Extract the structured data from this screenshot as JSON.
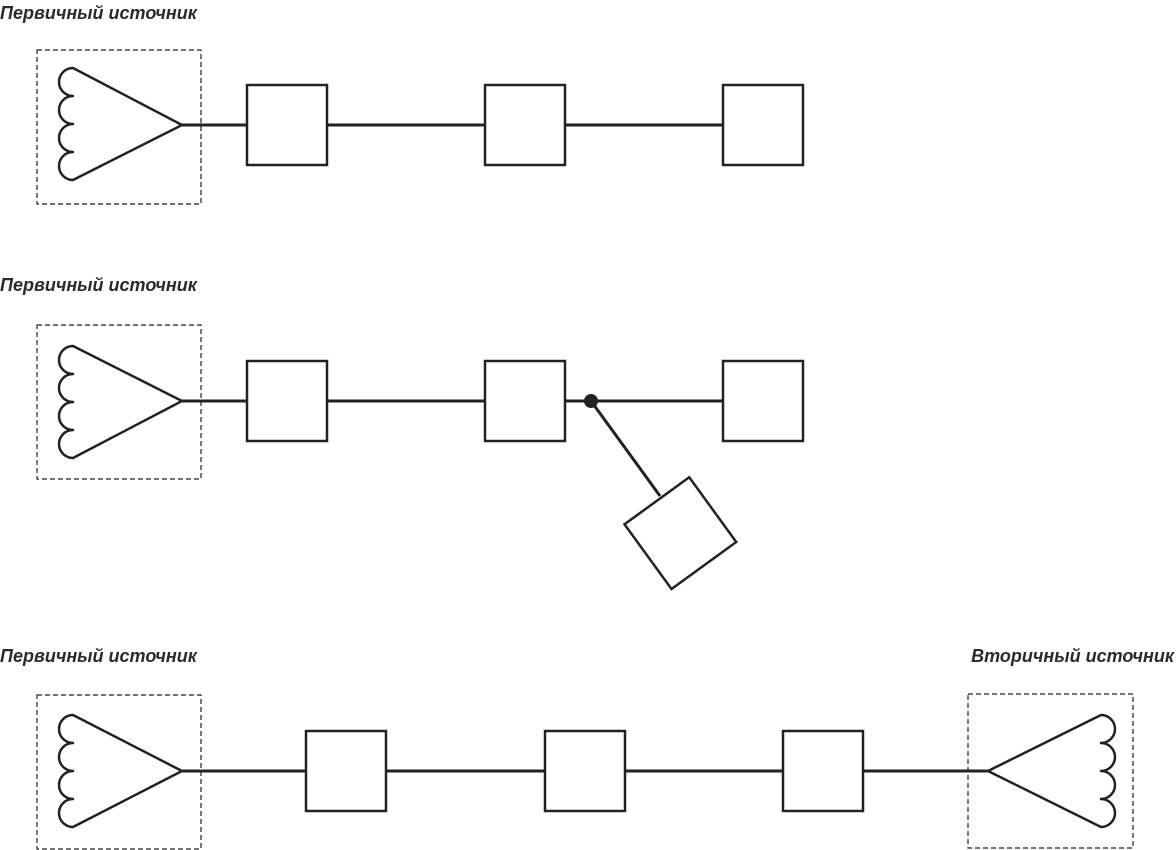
{
  "labels": {
    "primary_source_1": "Первичный источник",
    "primary_source_2": "Первичный источник",
    "primary_source_3": "Первичный источник",
    "secondary_source": "Вторичный источник"
  },
  "colors": {
    "stroke": "#222222",
    "label_text": "#2b2b2b",
    "background": "#ffffff"
  }
}
